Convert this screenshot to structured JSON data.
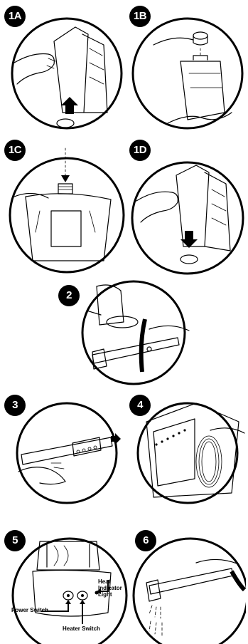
{
  "steps": [
    {
      "label": "1A"
    },
    {
      "label": "1B"
    },
    {
      "label": "1C"
    },
    {
      "label": "1D"
    },
    {
      "label": "2"
    },
    {
      "label": "3"
    },
    {
      "label": "4"
    },
    {
      "label": "5"
    },
    {
      "label": "6"
    }
  ],
  "callouts": {
    "power_switch": "Power Switch",
    "heater_switch": "Heater Switch",
    "heat_indicator_line1": "Heat",
    "heat_indicator_line2": "Indicator",
    "heat_indicator_line3": "Light"
  }
}
